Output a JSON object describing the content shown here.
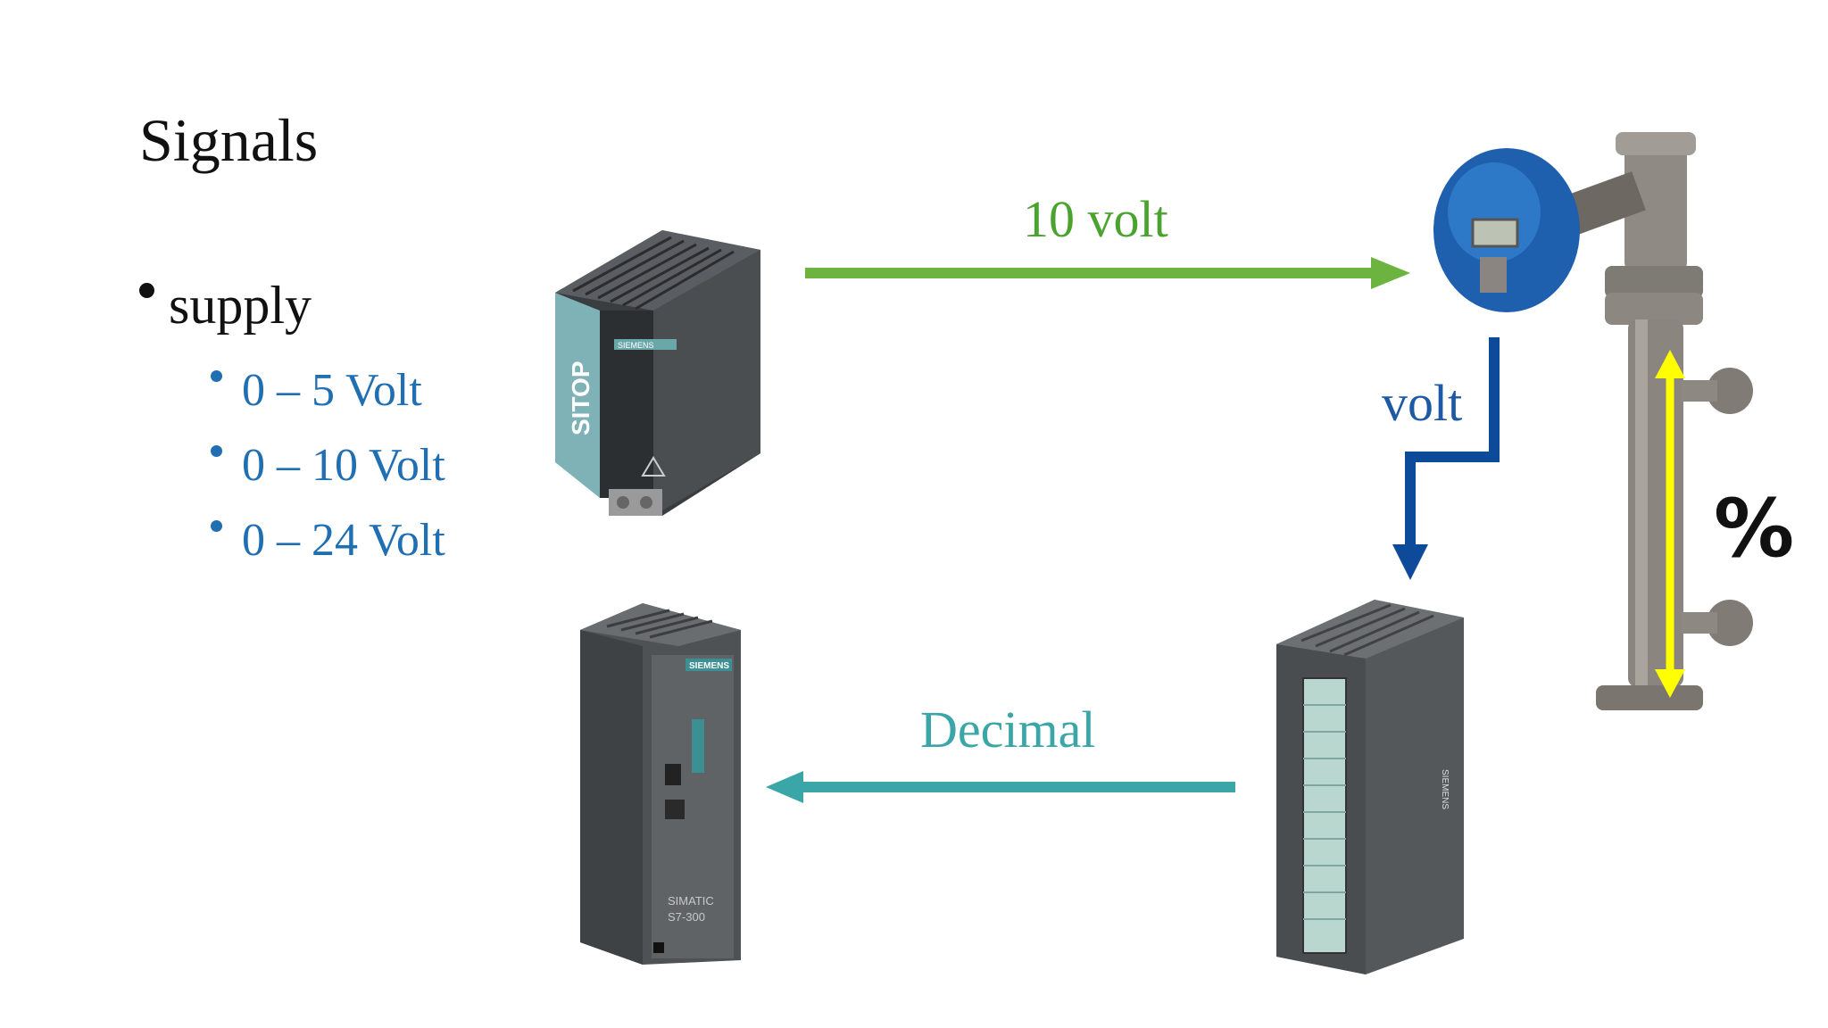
{
  "slide": {
    "title": "Signals",
    "bullet": "supply",
    "sub_bullets": [
      "0 – 5 Volt",
      "0 – 10 Volt",
      "0 – 24 Volt"
    ]
  },
  "diagram": {
    "arrow_supply_label": "10 volt",
    "arrow_sensor_label": "volt",
    "arrow_plc_label": "Decimal",
    "level_label": "%"
  },
  "devices": {
    "power_supply": {
      "brand": "SIEMENS",
      "model": "SITOP"
    },
    "cpu": {
      "brand": "SIEMENS",
      "series": "SIMATIC",
      "model": "S7-300"
    },
    "analog_module": {
      "brand": "SIEMENS"
    }
  },
  "colors": {
    "green_arrow": "#6db33f",
    "blue_arrow": "#0d4a9a",
    "teal_arrow": "#3aa6a8",
    "yellow_arrow": "#ffff00",
    "bullet_blue": "#1f6fb2"
  }
}
